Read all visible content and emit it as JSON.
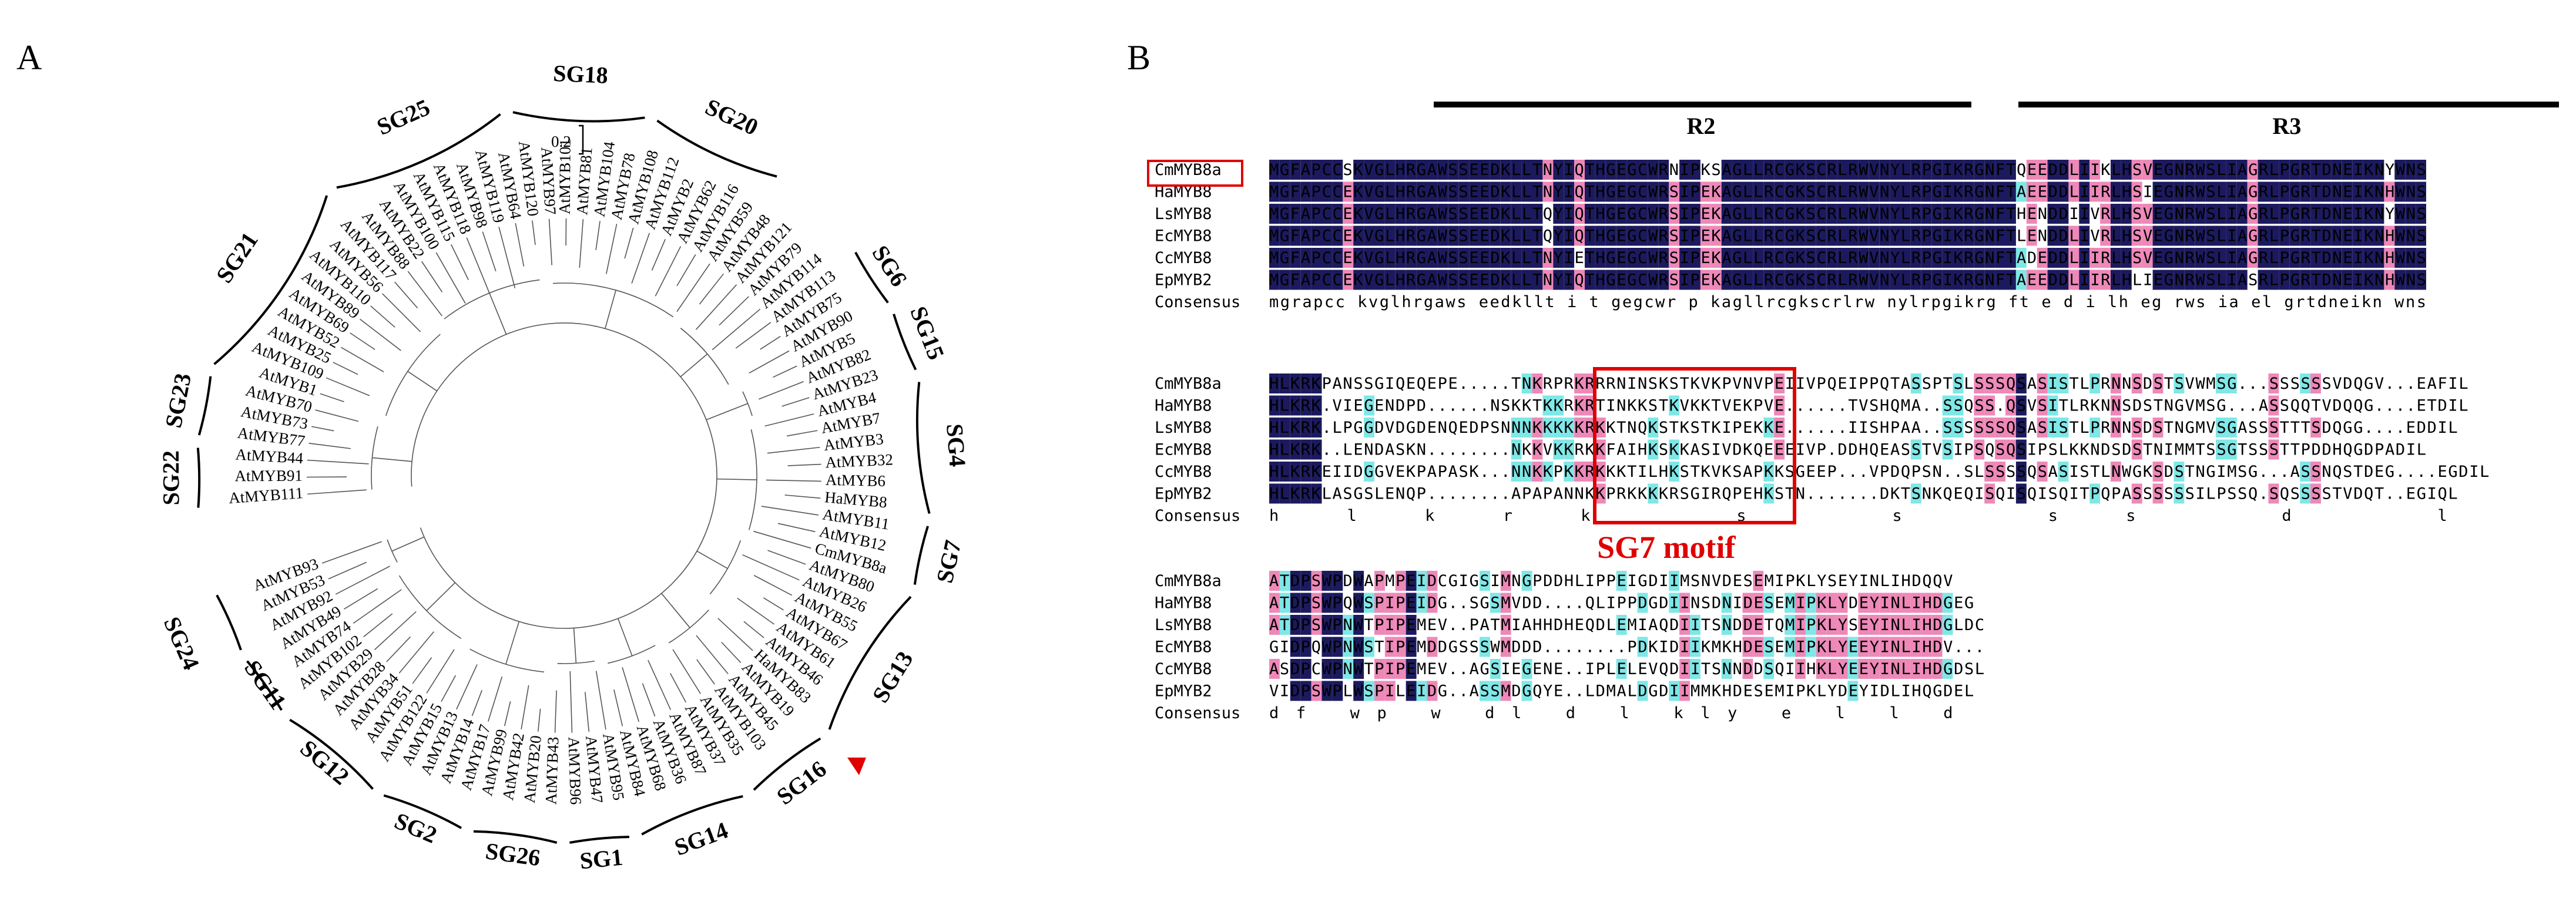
{
  "panels": {
    "a": "A",
    "b": "B"
  },
  "tree": {
    "scale_label": "0.2",
    "leaves": [
      "AtMYB93",
      "AtMYB53",
      "AtMYB92",
      "AtMYB49",
      "AtMYB74",
      "AtMYB102",
      "AtMYB29",
      "AtMYB28",
      "AtMYB34",
      "AtMYB51",
      "AtMYB122",
      "AtMYB15",
      "AtMYB13",
      "AtMYB14",
      "AtMYB17",
      "AtMYB99",
      "AtMYB42",
      "AtMYB20",
      "AtMYB43",
      "AtMYB96",
      "AtMYB47",
      "AtMYB95",
      "AtMYB84",
      "AtMYB68",
      "AtMYB36",
      "AtMYB87",
      "AtMYB37",
      "AtMYB35",
      "AtMYB103",
      "AtMYB45",
      "AtMYB19",
      "HaMYB83",
      "AtMYB46",
      "AtMYB61",
      "AtMYB67",
      "AtMYB55",
      "AtMYB26",
      "AtMYB80",
      "CmMYB8a",
      "AtMYB12",
      "AtMYB11",
      "HaMYB8",
      "AtMYB6",
      "AtMYB32",
      "AtMYB3",
      "AtMYB7",
      "AtMYB4",
      "AtMYB23",
      "AtMYB82",
      "AtMYB5",
      "AtMYB90",
      "AtMYB75",
      "AtMYB113",
      "AtMYB114",
      "AtMYB79",
      "AtMYB121",
      "AtMYB48",
      "AtMYB59",
      "AtMYB116",
      "AtMYB62",
      "AtMYB2",
      "AtMYB112",
      "AtMYB108",
      "AtMYB78",
      "AtMYB104",
      "AtMYB81",
      "AtMYB101",
      "AtMYB97",
      "AtMYB120",
      "AtMYB64",
      "AtMYB119",
      "AtMYB98",
      "AtMYB118",
      "AtMYB115",
      "AtMYB100",
      "AtMYB22",
      "AtMYB88",
      "AtMYB117",
      "AtMYB56",
      "AtMYB110",
      "AtMYB89",
      "AtMYB69",
      "AtMYB52",
      "AtMYB25",
      "AtMYB109",
      "AtMYB1",
      "AtMYB70",
      "AtMYB73",
      "AtMYB77",
      "AtMYB44",
      "AtMYB91",
      "AtMYB111"
    ],
    "subgroups": [
      "SG24",
      "SG11",
      "SG12",
      "SG2",
      "SG26",
      "SG1",
      "SG14",
      "SG16",
      "SG13",
      "SG7",
      "SG4",
      "SG15",
      "SG6",
      "SG20",
      "SG18",
      "SG25",
      "SG21",
      "SG23",
      "SG22"
    ]
  },
  "alignment": {
    "region_labels": [
      "R2",
      "R3"
    ],
    "motif_label": "SG7 motif",
    "consensus_label": "Consensus",
    "blocks": [
      {
        "rows": [
          {
            "name": "CmMYB8a",
            "seq": "MGFAPCCSKVGLHRGAWSSEEDKLLTNYIQTHGEGCWRNIPKSAGLLRCGKSCRLRWVNYLRPGIKRGNFTQEEDDLIIKLHSVEGNRWSLIAGRLPGRTDNEIKNYWNS"
          },
          {
            "name": "HaMYB8",
            "seq": "MGFAPCCEKVGLHRGAWSSEEDKLLTNYIQTHGEGCWRSIPEKAGLLRCGKSCRLRWVNYLRPGIKRGNFTAEEDDLIIRLHSIEGNRWSLIAGRLPGRTDNEIKNHWNS"
          },
          {
            "name": "LsMYB8",
            "seq": "MGFAPCCEKVGLHRGAWSSEEDKLLTQYIQTHGEGCWRSIPEKAGLLRCGKSCRLRWVNYLRPGIKRGNFTHENDDIIVRLHSVEGNRWSLIAGRLPGRTDNEIKNYWNS"
          },
          {
            "name": "EcMYB8",
            "seq": "MGFAPCCEKVGLHRGAWSSEEDKLLTQYIQTHGEGCWRSIPEKAGLLRCGKSCRLRWVNYLRPGIKRGNFTLENDDLIVRLHSVEGNRWSLIAGRLPGRTDNEIKNHWNS"
          },
          {
            "name": "CcMYB8",
            "seq": "MGFAPCCEKVGLHRGAWSSEEDKLLTNYIETHGEGCWRSIPEKAGLLRCGKSCRLRWVNYLRPGIKRGNFTADEDDLIIRLHSVEGNRWSLIAGRLPGRTDNEIKNHWNS"
          },
          {
            "name": "EpMYB2",
            "seq": "MGFAPCCEKVGLHRGAWSSEEDKLLTNYIQTHGEGCWRSIPEKAGLLRCGKSCRLRWVNYLRPGIKRGNFTAEEDDLIIRLHLIEGNRWSLIASRLPGRTDNEIKNHWNS"
          },
          {
            "name": "Consensus",
            "seq": "mgrapcc kvglhrgaws eedkllt  i t gegcwr  p kagllrcgkscrlrw nylrpgikrg ft  e d i  lh  eg rws ia el grtdneikn wns"
          }
        ]
      },
      {
        "rows": [
          {
            "name": "CmMYB8a",
            "seq": "HLKRKPANSSGIQEQEPE.....TNKRPRKRRRNINSKSTKVKPVNVPEIIVPQEIPPQTASSPTSLSSSQSASISTLPRNNSDSTSVWMSG...SSSSSSVDQGV...EAFIL"
          },
          {
            "name": "HaMYB8",
            "seq": "HLKRK.VIEGENDPD......NSKKTKKRKRTINKKSTKVKKTVEKPVE......TVSHQMA..SSQSS.QSVSITLRKNNSDSTNGVMSG...ASSQQTVDQQG....ETDIL"
          },
          {
            "name": "LsMYB8",
            "seq": "HLKRK.LPGGDVDGDENQEDPSNNNKKKKKRKKTNQKSTKSTKIPEKKE......IISHPAA..SSSSSSQSASISTLPRNNSDSTNGMVSGASSSTTTSDQGG....EDDIL"
          },
          {
            "name": "EcMYB8",
            "seq": "HLKRK..LENDASKN........NKKVKKRKKFAIHKSKKASIVDKQEEEIVP.DDHQEASSTVSIPSQSQSIPSLKKNDSDSTNIMMTSSGTSSSTTPDDHQGDPADIL"
          },
          {
            "name": "CcMYB8",
            "seq": "HLKRKEIIDGGVEKPAPASK...NNKKPKKRKKKTILHKSTKVKSAPKKSGEEP...VPDQPSN..SLSSSSQSASISTLNWGKSDSTNGIMSG...ASSNQSTDEG....EGDIL"
          },
          {
            "name": "EpMYB2",
            "seq": "HLKRKLASGSLENQP........APAPANNKKPRKKKKRSGIRQPEHKSTN.......DKTSNKQEQISQISQISQITPQPASSSSSSILPSSQ.SQSSSSTVDQT..EGIQL"
          },
          {
            "name": "Consensus",
            "seq": "hlkrk                                                               s         s                    ss   d      l"
          }
        ]
      },
      {
        "rows": [
          {
            "name": "CmMYB8a",
            "seq": "ATDPSWPDWAPMPEIDCGIGSIMNGPDDHLIPPEIGDIIMSNVDESEMIPKLYSEYINLIHDQQV"
          },
          {
            "name": "HaMYB8",
            "seq": "ATDPSWPQWSPIPEIDG..SGSMVDD....QLIPPDGDIINSDNIDESEMIPKLYDEYINLIHDGEG"
          },
          {
            "name": "LsMYB8",
            "seq": "ATDPSWPNWTPIPEMEV..PATMIAHHDHEQDLEMIAQDIITSNDDETQMIPKLYSEYINLIHDGLDC"
          },
          {
            "name": "EcMYB8",
            "seq": "GIDPQWPNWSTIPEMDDGSSSWMDDD........PDKIDIIKMKHDESEMIPKLYEEYINLIHDV..."
          },
          {
            "name": "CcMYB8",
            "seq": "ASDPCWPNWTPIPEMEV..AGSIEGENE..IPLELEVQDIITSNNDDSQIIHKLYEEYINLIHDGDSL"
          },
          {
            "name": "EpMYB2",
            "seq": "VIDPSWPLWSPILEIDG..ASSMDGQYE..LDMALDGDIIMMKHDESEMIPKLYDEYIDLIHQGDEL"
          },
          {
            "name": "Consensus",
            "seq": "   df wp w                           dl     d      l kly e l l  d"
          }
        ]
      }
    ]
  }
}
